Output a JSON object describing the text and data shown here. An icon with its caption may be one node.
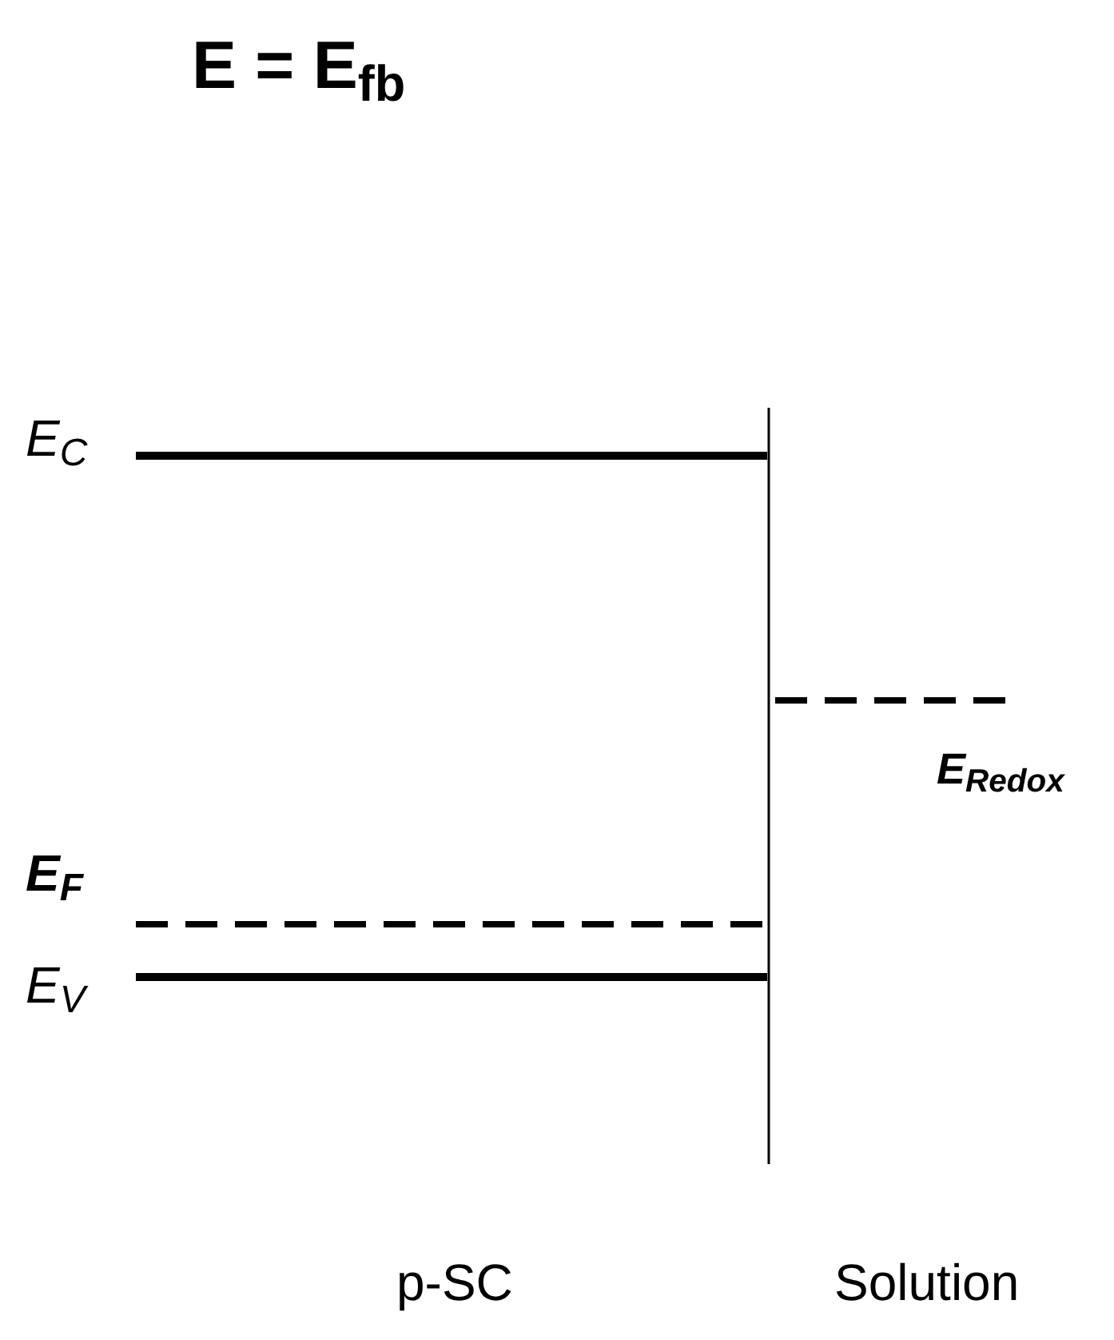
{
  "diagram": {
    "title": "E = E$_{fb}$",
    "labels": [
      "E$_{C}$",
      "E$_{Redox}$",
      "E$_{F}$",
      "E$_{V}$",
      "p-SC",
      "Solution"
    ]
  }
}
